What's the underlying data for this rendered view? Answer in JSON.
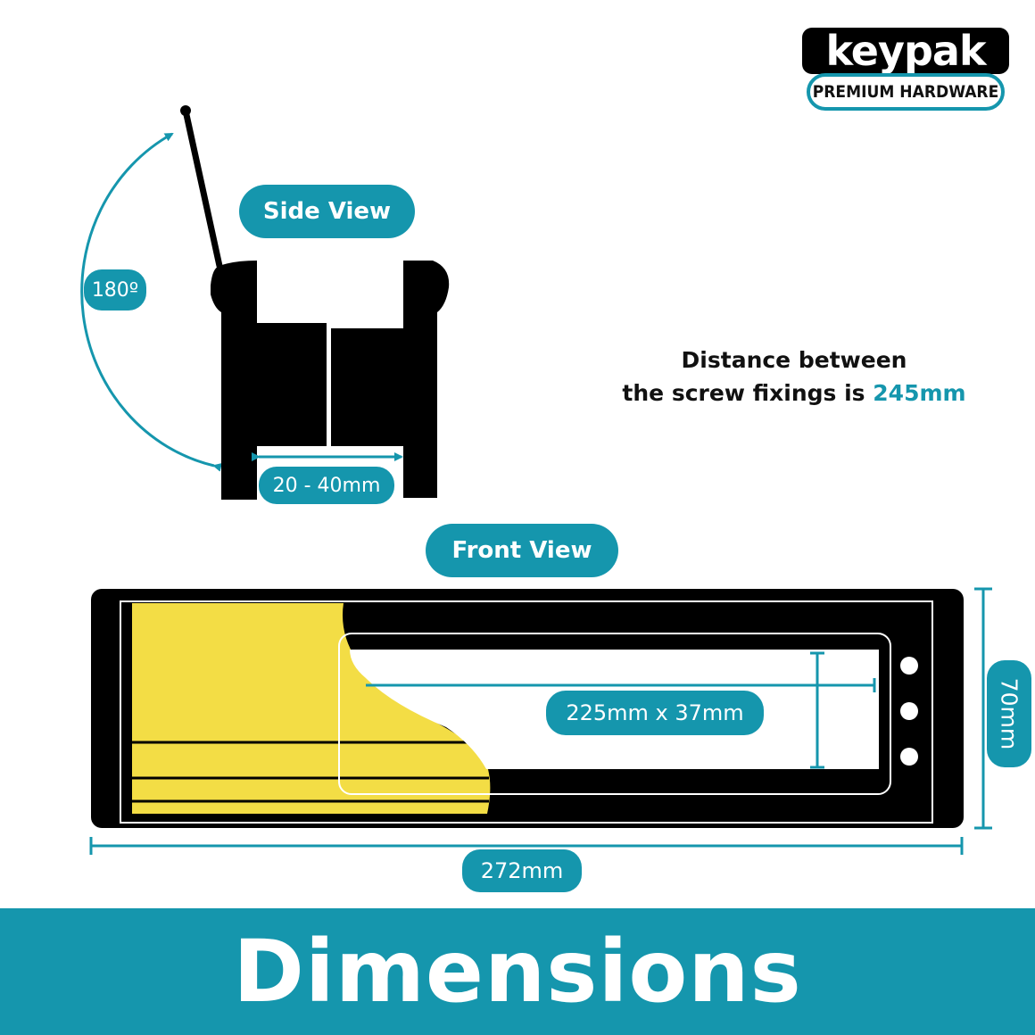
{
  "logo": {
    "brand": "keypak",
    "tagline": "PREMIUM HARDWARE"
  },
  "side_view": {
    "label": "Side View",
    "angle": "180º",
    "thickness": "20 - 40mm"
  },
  "front_view": {
    "label": "Front View",
    "aperture": "225mm x 37mm",
    "height": "70mm",
    "width": "272mm"
  },
  "info": {
    "line1": "Distance between",
    "line2_prefix": "the screw fixings is ",
    "line2_value": "245mm"
  },
  "footer": {
    "title": "Dimensions"
  },
  "colors": {
    "accent": "#1596ad",
    "product_body": "#000000",
    "brush": "#f3dd45",
    "text": "#111111"
  }
}
